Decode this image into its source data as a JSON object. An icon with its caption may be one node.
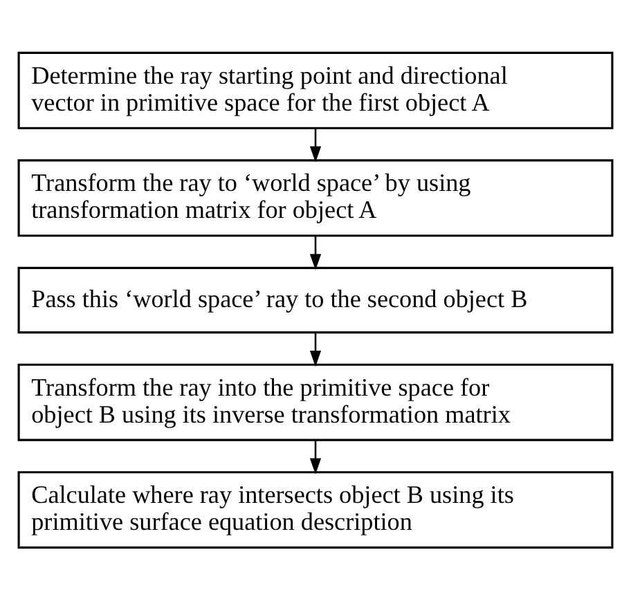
{
  "diagram": {
    "nodes": [
      {
        "text": [
          "Determine the ray starting point and directional vector in primitive space for the first object A"
        ]
      },
      {
        "text": [
          "Transform the ray to ‘world space’ by using transformation matrix for object A"
        ]
      },
      {
        "text": [
          "Pass this ‘world space’ ray to the second object B"
        ]
      },
      {
        "text": [
          "Transform the ray into the primitive space for object B using its inverse transformation matrix"
        ]
      },
      {
        "text": [
          "Calculate where ray intersects object B using its primitive surface equation description"
        ]
      }
    ],
    "edges": [
      {
        "from": 0,
        "to": 1,
        "arrow": "to"
      },
      {
        "from": 1,
        "to": 2,
        "arrow": "to"
      },
      {
        "from": 2,
        "to": 3,
        "arrow": "to"
      },
      {
        "from": 3,
        "to": 4,
        "arrow": "to"
      }
    ]
  }
}
